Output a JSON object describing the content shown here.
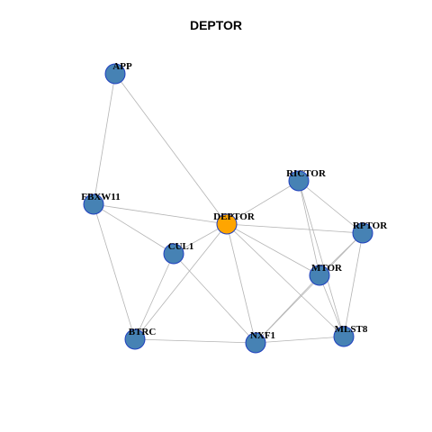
{
  "title": "DEPTOR",
  "colors": {
    "node": "#4682B4",
    "focus": "#FFA500",
    "border": "#1F3FBF",
    "edge": "#B4B4B4"
  },
  "nodes": [
    {
      "id": "APP",
      "label": "APP",
      "focus": false
    },
    {
      "id": "FBXW11",
      "label": "FBXW11",
      "focus": false
    },
    {
      "id": "DEPTOR",
      "label": "DEPTOR",
      "focus": true
    },
    {
      "id": "CUL1",
      "label": "CUL1",
      "focus": false
    },
    {
      "id": "RICTOR",
      "label": "RICTOR",
      "focus": false
    },
    {
      "id": "RPTOR",
      "label": "RPTOR",
      "focus": false
    },
    {
      "id": "MTOR",
      "label": "MTOR",
      "focus": false
    },
    {
      "id": "BTRC",
      "label": "BTRC",
      "focus": false
    },
    {
      "id": "NXF1",
      "label": "NXF1",
      "focus": false
    },
    {
      "id": "MLST8",
      "label": "MLST8",
      "focus": false
    }
  ],
  "edges": [
    [
      "APP",
      "FBXW11"
    ],
    [
      "APP",
      "DEPTOR"
    ],
    [
      "FBXW11",
      "DEPTOR"
    ],
    [
      "FBXW11",
      "CUL1"
    ],
    [
      "FBXW11",
      "BTRC"
    ],
    [
      "DEPTOR",
      "RICTOR"
    ],
    [
      "DEPTOR",
      "RPTOR"
    ],
    [
      "DEPTOR",
      "MTOR"
    ],
    [
      "DEPTOR",
      "MLST8"
    ],
    [
      "DEPTOR",
      "NXF1"
    ],
    [
      "DEPTOR",
      "BTRC"
    ],
    [
      "DEPTOR",
      "CUL1"
    ],
    [
      "CUL1",
      "BTRC"
    ],
    [
      "CUL1",
      "NXF1"
    ],
    [
      "RICTOR",
      "RPTOR"
    ],
    [
      "RICTOR",
      "MTOR"
    ],
    [
      "RICTOR",
      "MLST8"
    ],
    [
      "RPTOR",
      "MTOR"
    ],
    [
      "RPTOR",
      "MLST8"
    ],
    [
      "RPTOR",
      "NXF1"
    ],
    [
      "MTOR",
      "NXF1"
    ],
    [
      "MTOR",
      "MLST8"
    ],
    [
      "BTRC",
      "NXF1"
    ],
    [
      "NXF1",
      "MLST8"
    ]
  ]
}
